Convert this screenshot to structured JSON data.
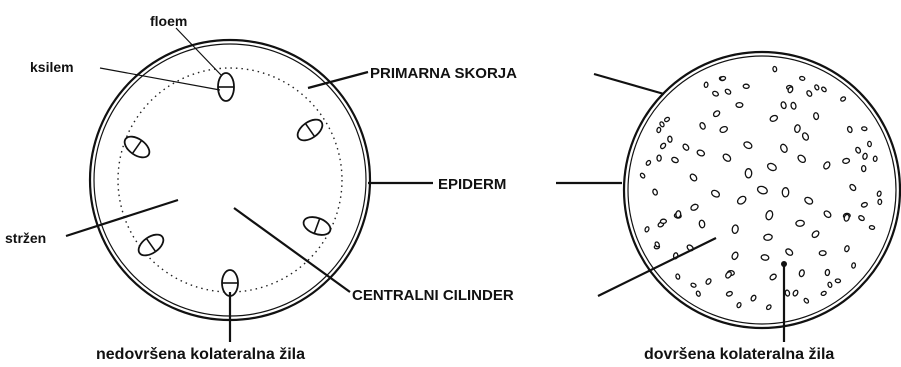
{
  "labels": {
    "floem": "floem",
    "ksilem": "ksilem",
    "primarna_skorja": "PRIMARNA SKORJA",
    "epiderm": "EPIDERM",
    "strzen": "stržen",
    "centralni_cilinder": "CENTRALNI CILINDER",
    "nedovrsena": "nedovršena kolateralna žila",
    "dovrsena": "dovršena kolateralna žila"
  },
  "left_stem": {
    "vascular_bundle_count": 6
  }
}
